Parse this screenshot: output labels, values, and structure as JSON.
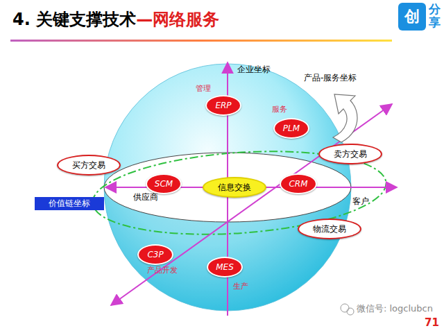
{
  "diagram": {
    "title": "4. 关键支撑技术",
    "nodes": [
      {
        "text": [
          "ERP"
        ]
      },
      {
        "text": [
          "PLM"
        ]
      },
      {
        "text": [
          "买方交易"
        ]
      },
      {
        "text": [
          "卖方交易"
        ]
      },
      {
        "text": [
          "SCM"
        ]
      },
      {
        "text": [
          "信息交换"
        ]
      },
      {
        "text": [
          "CRM"
        ]
      },
      {
        "text": [
          "价值链坐标"
        ]
      },
      {
        "text": [
          "物流交易"
        ]
      },
      {
        "text": [
          "C3P"
        ]
      },
      {
        "text": [
          "MES"
        ]
      }
    ],
    "labels": [
      "—网络服务",
      "创",
      "分享",
      "企业坐标",
      "产品-服务坐标",
      "管理",
      "服务",
      "供应商",
      "客户",
      "产品开发",
      "生产",
      "微信号: logclubcn",
      "71"
    ]
  }
}
